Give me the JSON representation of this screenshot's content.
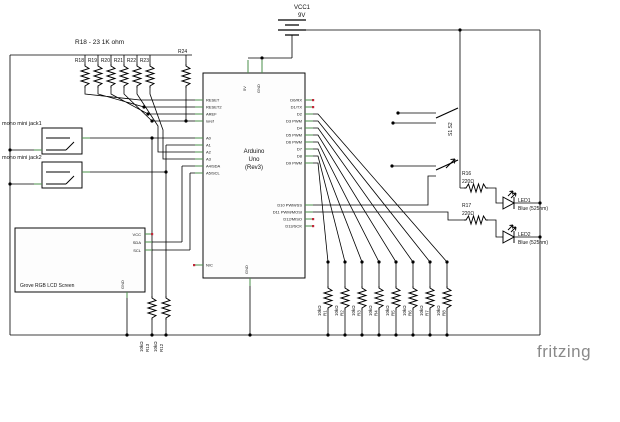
{
  "power": {
    "ref": "VCC1",
    "value": "9V"
  },
  "resistor_bank": {
    "label": "R18 - 23 1K ohm",
    "items": [
      "R18",
      "R19",
      "R20",
      "R21",
      "R22",
      "R23"
    ],
    "extra": "R24"
  },
  "jacks": {
    "jack1": "mono mini jack1",
    "jack2": "mono mini jack2"
  },
  "lcd": {
    "title": "Grove RGB LCD Screen",
    "pin_vcc": "VCC",
    "pin_sda": "SDA",
    "pin_scl": "SCL",
    "pin_gnd": "GND"
  },
  "arduino": {
    "title_lines": [
      "Arduino",
      "Uno",
      "(Rev3)"
    ],
    "left_pins": [
      "RESET",
      "RESET2",
      "AREF",
      "ioref",
      "A0",
      "A1",
      "A2",
      "A3",
      "A4/SDA",
      "A5/SCL",
      "N/C"
    ],
    "right_pins": [
      "D0/RX",
      "D1/TX",
      "D2",
      "D3 PWM",
      "D4",
      "D5 PWM",
      "D6 PWM",
      "D7",
      "D8",
      "D9 PWM",
      "D10 PWM/SS",
      "D11 PWM/MOSI",
      "D12/MISO",
      "D13/SCK"
    ],
    "top_pins": [
      "5V",
      "GND"
    ],
    "bottom_pin": "GND"
  },
  "switches": {
    "label": "S1 S2"
  },
  "led_circuit": {
    "r16": {
      "ref": "R16",
      "value": "220Ω"
    },
    "r17": {
      "ref": "R17",
      "value": "220Ω"
    },
    "led1": {
      "ref": "LED1",
      "desc": "Blue (525nm)"
    },
    "led2": {
      "ref": "LED2",
      "desc": "Blue (525nm)"
    }
  },
  "pulldowns": [
    {
      "ref": "R1",
      "value": "10kΩ"
    },
    {
      "ref": "R2",
      "value": "10kΩ"
    },
    {
      "ref": "R3",
      "value": "10kΩ"
    },
    {
      "ref": "R4",
      "value": "10kΩ"
    },
    {
      "ref": "R5",
      "value": "10kΩ"
    },
    {
      "ref": "R6",
      "value": "10kΩ"
    },
    {
      "ref": "R7",
      "value": "10kΩ"
    },
    {
      "ref": "R8",
      "value": "10kΩ"
    }
  ],
  "jack_pulldowns": {
    "r13": {
      "ref": "R13",
      "value": "10kΩ"
    },
    "r12": {
      "ref": "R12",
      "value": "10kΩ"
    }
  },
  "brand": "fritzing"
}
